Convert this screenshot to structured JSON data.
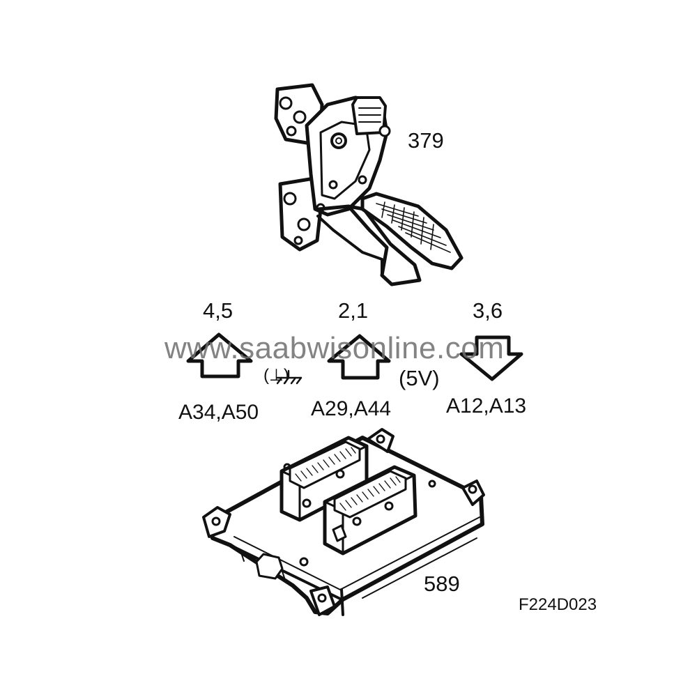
{
  "components": {
    "pedal_number": "379",
    "ecu_number": "589"
  },
  "pins": [
    {
      "arrow": "up",
      "numbers": "4,5",
      "terminals": "A34,A50",
      "note": "(⊥)"
    },
    {
      "arrow": "up",
      "numbers": "2,1",
      "terminals": "A29,A44",
      "note": "(5V)"
    },
    {
      "arrow": "down",
      "numbers": "3,6",
      "terminals": "A12,A13",
      "note": ""
    }
  ],
  "figure_id": "F224D023",
  "watermark": "www.saabwisonline.com",
  "colors": {
    "line": "#111111",
    "watermark": "#6e6e6e",
    "background": "#ffffff"
  }
}
